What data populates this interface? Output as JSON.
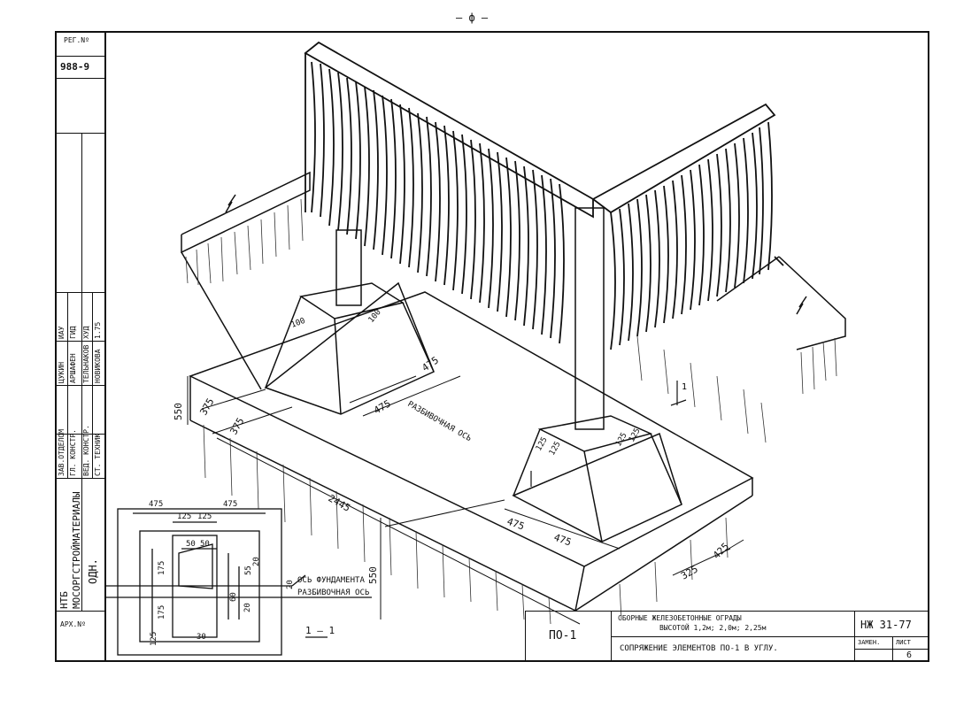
{
  "sheet": {
    "top_mark": "— ф —",
    "reg_label": "РЕГ.Nº",
    "reg_number": "988-9",
    "arch_label": "АРХ.Nº",
    "org_name": "МОСОРГСТРОЙМАТЕРИАЛЫ",
    "org_code": "НТБ",
    "page_code": "ОДН.",
    "staff": [
      {
        "role": "ЗАВ.ОТДЕЛОМ",
        "name": "ЦУКИН"
      },
      {
        "role": "ГЛ. КОНСТР.",
        "name": "АРШАФЕН"
      },
      {
        "role": "ВЕД. КОНСТР.",
        "name": "ТЕЛЬНАКОВ"
      },
      {
        "role": "СТ. ТЕХНИК",
        "name": "НОВИКОВА"
      }
    ],
    "staff_dates": [
      "ИАУ",
      "ГИД",
      "ХУД",
      "1.75"
    ]
  },
  "drawing": {
    "labels": {
      "axis_marking": "РАЗБИВОЧНАЯ ОСЬ",
      "axis_foundation": "ОСЬ ФУНДАМЕНТА",
      "section_mark": "1 — 1",
      "arrow_mark": "1"
    },
    "dims_iso": [
      "475",
      "475",
      "375",
      "375",
      "550",
      "2445",
      "550",
      "475",
      "475",
      "325",
      "425",
      "125",
      "125",
      "125",
      "125",
      "100",
      "100"
    ],
    "dims_plan": [
      "475",
      "475",
      "125",
      "125",
      "50",
      "50",
      "175",
      "175",
      "125",
      "55",
      "20",
      "60",
      "20",
      "20",
      "30"
    ]
  },
  "title_block": {
    "drawing_code": "ПО-1",
    "series_title_line1": "СБОРНЫЕ ЖЕЛЕЗОБЕТОННЫЕ ОГРАДЫ",
    "series_title_line2": "ВЫСОТОЙ 1,2м; 2,0м; 2,25м",
    "sheet_title": "СОПРЯЖЕНИЕ ЭЛЕМЕНТОВ ПО-1 В УГЛУ.",
    "doc_number": "НЖ 31-77",
    "replaces_label": "ЗАМЕН.",
    "sheet_label": "ЛИСТ",
    "sheet_number": "6"
  }
}
